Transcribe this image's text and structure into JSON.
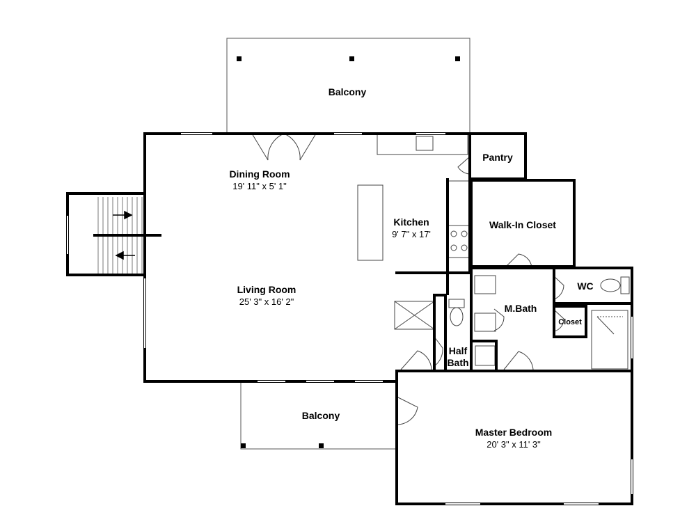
{
  "rooms": {
    "balcony_top": {
      "name": "Balcony"
    },
    "dining": {
      "name": "Dining Room",
      "dims": "19' 11\" x 5' 1\""
    },
    "kitchen": {
      "name": "Kitchen",
      "dims": "9' 7\" x 17'"
    },
    "living": {
      "name": "Living Room",
      "dims": "25' 3\" x 16' 2\""
    },
    "pantry": {
      "name": "Pantry"
    },
    "walkin": {
      "name": "Walk-In Closet"
    },
    "wc": {
      "name": "WC"
    },
    "mbath": {
      "name": "M.Bath"
    },
    "closet": {
      "name": "Closet"
    },
    "halfbath": {
      "name_line1": "Half",
      "name_line2": "Bath"
    },
    "balcony_bottom": {
      "name": "Balcony"
    },
    "master": {
      "name": "Master Bedroom",
      "dims": "20' 3\" x 11' 3\""
    }
  },
  "colors": {
    "wall": "#000000",
    "window": "#ffffff",
    "thin": "#333333"
  }
}
